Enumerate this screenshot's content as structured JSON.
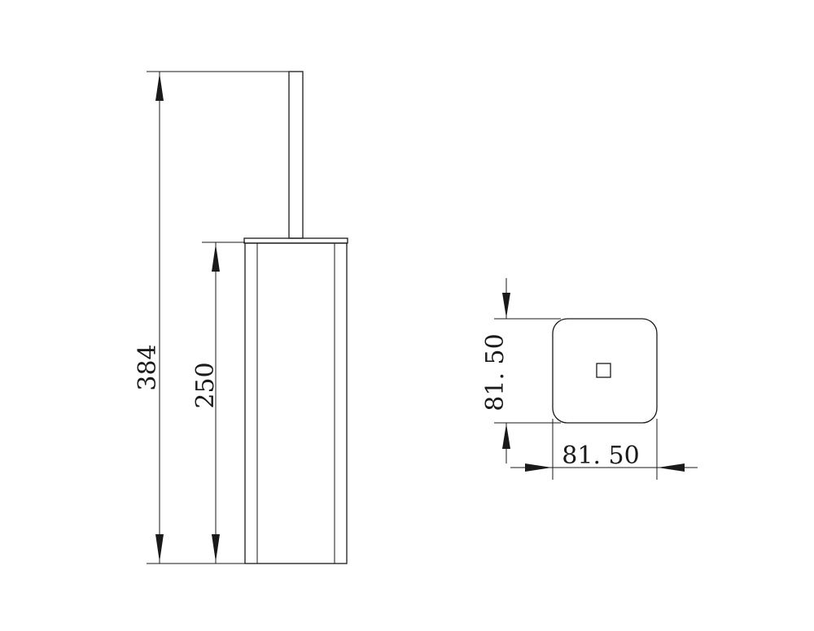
{
  "dimensions": {
    "total_height": "384",
    "body_height": "250",
    "top_depth": "81. 50",
    "top_width": "81. 50"
  },
  "colors": {
    "line": "#1a1a1a",
    "background": "#ffffff"
  }
}
